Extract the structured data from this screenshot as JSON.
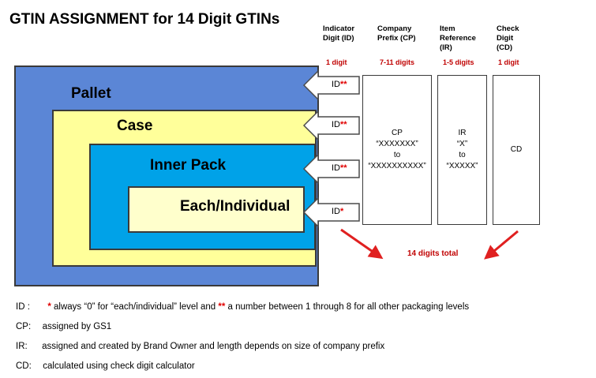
{
  "title": "GTIN ASSIGNMENT for 14 Digit GTINs",
  "columns": [
    {
      "header": "Indicator\nDigit (ID)",
      "digits": "1 digit"
    },
    {
      "header": "Company\nPrefix (CP)",
      "digits": "7-11 digits"
    },
    {
      "header": "Item\nReference\n(IR)",
      "digits": "1-5 digits"
    },
    {
      "header": "Check\nDigit\n(CD)",
      "digits": "1 digit"
    }
  ],
  "levels": {
    "pallet": "Pallet",
    "case": "Case",
    "inner": "Inner Pack",
    "each": "Each/Individual"
  },
  "id_labels": {
    "pallet": {
      "text": "ID",
      "stars": "**"
    },
    "case": {
      "text": "ID",
      "stars": "**"
    },
    "inner": {
      "text": "ID",
      "stars": "**"
    },
    "each": {
      "text": "ID",
      "stars": "*"
    }
  },
  "cells": {
    "cp": "CP\n“XXXXXXX”\nto\n“XXXXXXXXXX”",
    "ir": "IR\n“X”\nto\n“XXXXX”",
    "cd": "CD"
  },
  "total": "14 digits total",
  "legend": [
    {
      "key": "ID :",
      "parts": [
        {
          "t": "*",
          "red": true
        },
        {
          "t": " always “0” for “each/individual” level and ",
          "red": false
        },
        {
          "t": "**",
          "red": true
        },
        {
          "t": " a number between 1 through 8 for all other packaging levels",
          "red": false
        }
      ]
    },
    {
      "key": "CP:",
      "parts": [
        {
          "t": "assigned by GS1",
          "red": false
        }
      ]
    },
    {
      "key": "IR:",
      "parts": [
        {
          "t": "assigned and created by Brand Owner and length depends on size of company prefix",
          "red": false
        }
      ]
    },
    {
      "key": "CD:",
      "parts": [
        {
          "t": "calculated using check digit calculator",
          "red": false
        }
      ]
    }
  ],
  "colors": {
    "pallet": "#5b86d6",
    "case": "#ffff9a",
    "inner": "#00a2e8",
    "each": "#ffffcc",
    "accent": "#c00000",
    "arrow": "#e02020"
  }
}
